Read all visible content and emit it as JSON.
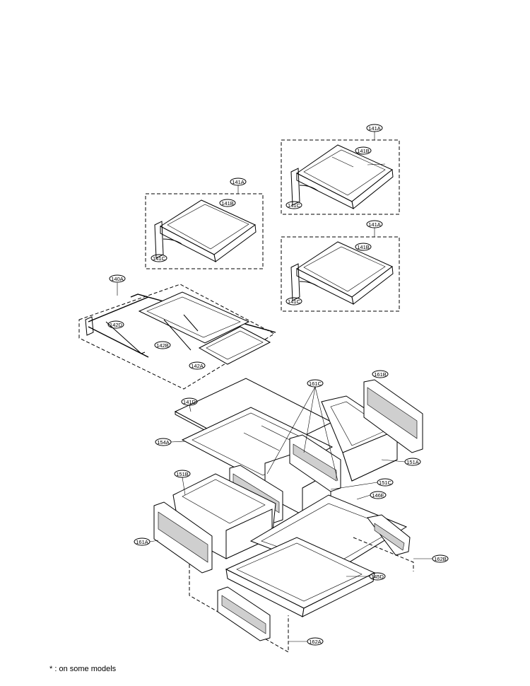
{
  "footnote": "* : on some models",
  "callouts": {
    "c141a_top": "141A",
    "c141b_top": "141B",
    "c141c_top": "141C",
    "c141a_left": "141A",
    "c141b_left": "141B",
    "c141c_left": "141C",
    "c141a_mid": "141A",
    "c141b_mid": "141B",
    "c141c_mid": "141C",
    "c140a": "140A",
    "c142d": "142D",
    "c142b": "142B",
    "c142a": "142A",
    "c141d": "141D",
    "c161c": "161C",
    "c161b": "161B",
    "c154a": "154A",
    "c151a": "151A",
    "c151b": "151B",
    "c151c": "151C",
    "c146e": "146E",
    "c161a": "161A",
    "c162b": "162B",
    "c145d": "145D",
    "c162a": "162A"
  }
}
